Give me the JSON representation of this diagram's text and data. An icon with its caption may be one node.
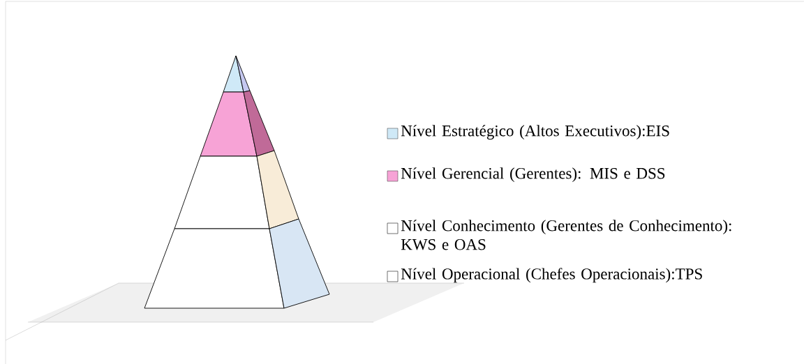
{
  "diagram": {
    "legend": [
      {
        "text": "Nível Estratégico (Altos Executivos):EIS",
        "color": "#cfe9f7"
      },
      {
        "text": "Nível Gerencial (Gerentes): MIS e DSS",
        "color": "#f7a3d6"
      },
      {
        "text": "Nível Conhecimento (Gerentes de Conhecimento): KWS e OAS"
      },
      {
        "text": "Nível Operacional (Chefes Operacionais):TPS"
      }
    ]
  }
}
